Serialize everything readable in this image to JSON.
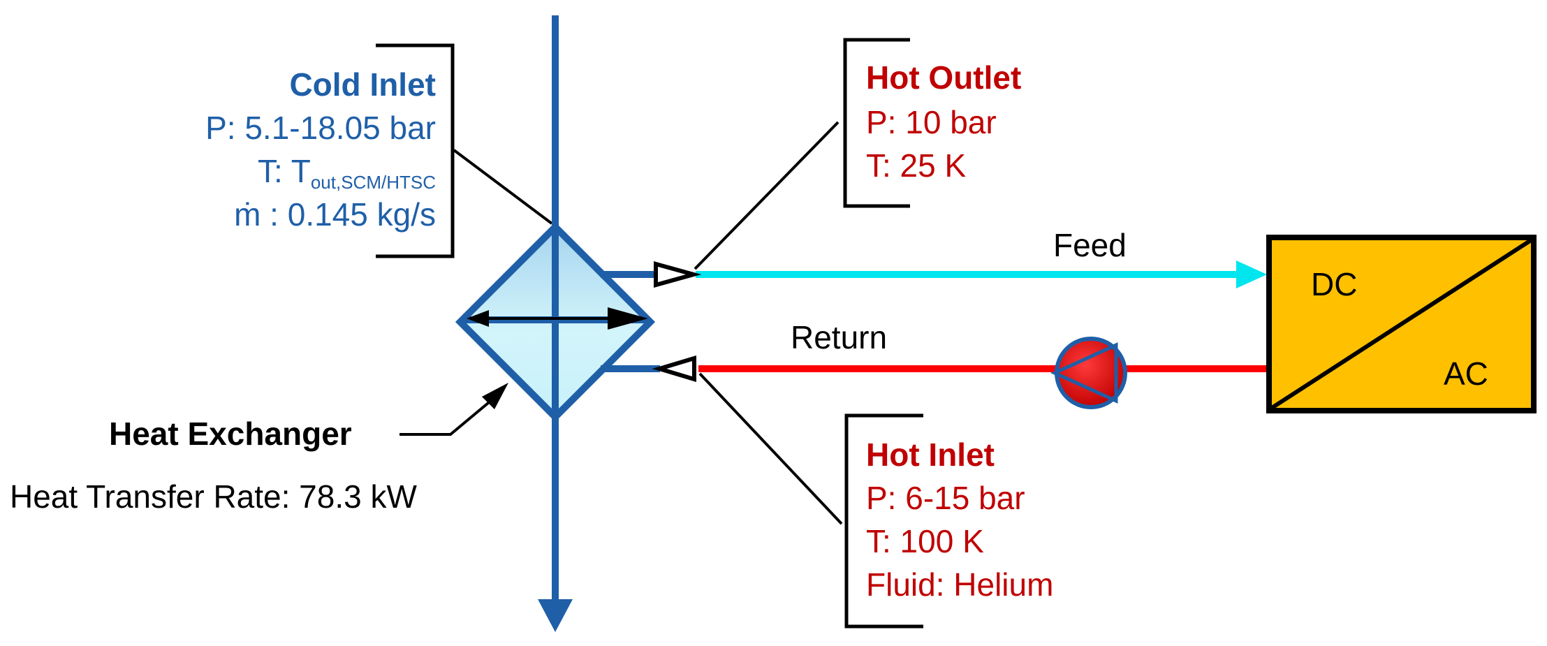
{
  "cold_inlet": {
    "title": "Cold Inlet",
    "pressure": "P: 5.1-18.05 bar",
    "temperature_prefix": "T: T",
    "temperature_sub": "out,SCM/HTSC",
    "mass_flow": "ṁ : 0.145 kg/s"
  },
  "hot_outlet": {
    "title": "Hot Outlet",
    "pressure": "P: 10 bar",
    "temperature": "T: 25 K"
  },
  "hot_inlet": {
    "title": "Hot Inlet",
    "pressure": "P: 6-15 bar",
    "temperature": "T: 100 K",
    "fluid": "Fluid: Helium"
  },
  "heat_exchanger": {
    "title": "Heat Exchanger",
    "rate": "Heat Transfer Rate: 78.3 kW"
  },
  "lines": {
    "feed": "Feed",
    "return": "Return"
  },
  "converter": {
    "dc": "DC",
    "ac": "AC"
  },
  "colors": {
    "cold": "#1f5fa8",
    "hot_text": "#c00000",
    "return_line": "#ff0000",
    "feed_line": "#00e5ee",
    "converter_fill": "#ffc000",
    "exchanger_fill": "#c9f0f8"
  }
}
